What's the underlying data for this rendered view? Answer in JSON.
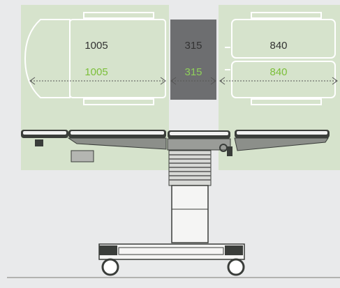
{
  "colors": {
    "background": "#e9eaeb",
    "zone_green": "#d6e3cc",
    "zone_gray": "#6d6e70",
    "outline_white": "#ffffff",
    "table_dark": "#3a3d3a",
    "table_body": "#8c8f8a",
    "value_green": "#7cbf3a"
  },
  "sections": [
    {
      "id": "head",
      "dimension": "1005",
      "dimension_secondary": "1005"
    },
    {
      "id": "middle",
      "dimension": "315",
      "dimension_secondary": "315"
    },
    {
      "id": "leg",
      "dimension": "840",
      "dimension_secondary": "840"
    }
  ]
}
